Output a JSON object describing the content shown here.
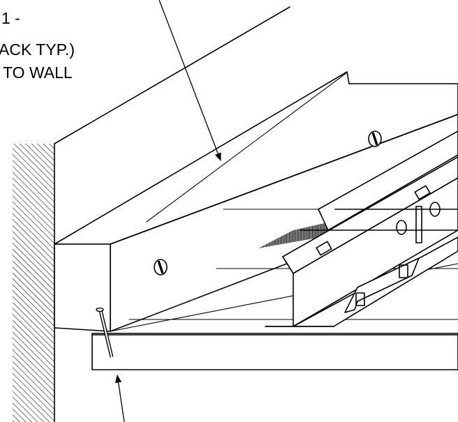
{
  "callout": {
    "line1": "1 -",
    "line2": "ACK TYP.)",
    "line3": "TO WALL"
  },
  "colors": {
    "ink": "#000000",
    "paper": "#ffffff",
    "tile_texture": "#111111"
  },
  "icons": [
    "screw-head-icon",
    "nail-icon",
    "leader-arrow-icon"
  ]
}
